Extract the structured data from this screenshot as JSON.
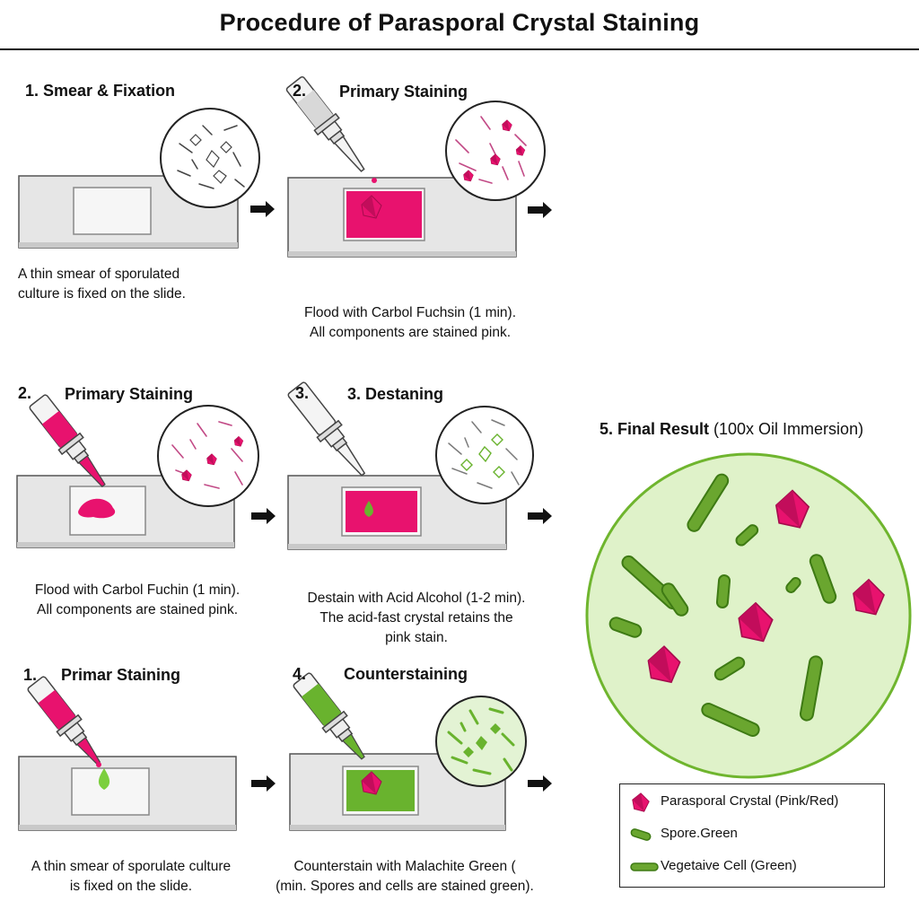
{
  "title": "Procedure of Parasporal Crystal Staining",
  "colors": {
    "pink": "#e8126e",
    "green": "#69b32e",
    "slide": "#e6e6e6",
    "light_green_field": "#dff2c9"
  },
  "panels": [
    {
      "number": "",
      "label": "1. Smear & Fixation",
      "description": "A thin smear of sporulated\nculture is fixed on the slide."
    },
    {
      "number": "2.",
      "label": "Primary Staining",
      "description": "Flood with Carbol Fuchsin (1 min).\n All components are stained pink."
    },
    {
      "number": "2.",
      "label": "Primary Staining",
      "description": "Flood with Carbol Fuchin (1 min).\nAll components are stained pink."
    },
    {
      "number": "3.",
      "label": "3. Destaning",
      "description": "Destain with Acid Alcohol (1-2 min).\nThe acid-fast crystal retains the\npink stain."
    },
    {
      "number": "1.",
      "label": "Primar Staining",
      "description": "A thin smear of sporulate culture\nis fixed on the slide."
    },
    {
      "number": "4.",
      "label": "Counterstaining",
      "description": "Counterstain with Malachite Green (\n(min. Spores and cells are stained green)."
    }
  ],
  "result": {
    "title_bold": "5. Final Result",
    "title_rest": " (100x Oil Immersion)"
  },
  "legend": [
    {
      "icon": "crystal-icon",
      "label": "Parasporal Crystal (Pink/Red)"
    },
    {
      "icon": "spore-icon",
      "label": "Spore.Green"
    },
    {
      "icon": "vegetative-cell-icon",
      "label": "Vegetaive Cell (Green)"
    }
  ]
}
